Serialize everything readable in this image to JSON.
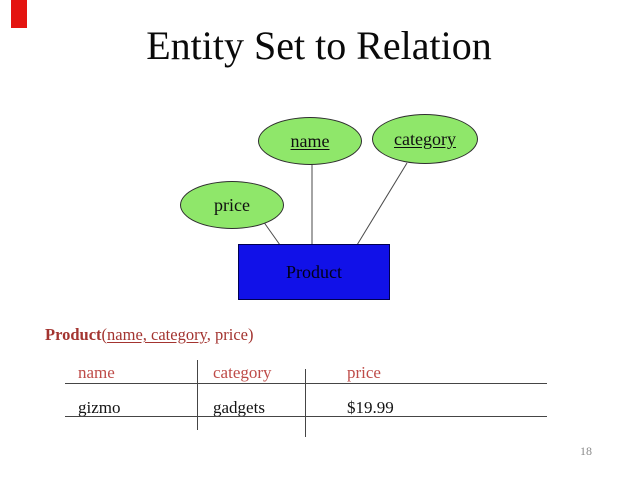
{
  "slide": {
    "title": "Entity Set to Relation",
    "page_number": "18"
  },
  "colors": {
    "attribute_fill": "#8fe76a",
    "attribute_border": "#2e2e2e",
    "entity_fill": "#1111e8",
    "relation_text": "#a33430",
    "table_header_text": "#be4b48",
    "table_data_text": "#141414",
    "connector": "#4a4a4a",
    "marker": "#e41410",
    "page_number": "#8a8a8a"
  },
  "diagram": {
    "attributes": [
      {
        "label": "name",
        "is_key": true
      },
      {
        "label": "category",
        "is_key": true
      },
      {
        "label": "price",
        "is_key": false
      }
    ],
    "entity": {
      "label": "Product"
    }
  },
  "relation": {
    "name": "Product",
    "open_paren": "(",
    "key_attributes": "name, category",
    "rest": ", price)"
  },
  "table": {
    "headers": [
      "name",
      "category",
      "price"
    ],
    "rows": [
      [
        "gizmo",
        "gadgets",
        "$19.99"
      ]
    ]
  }
}
